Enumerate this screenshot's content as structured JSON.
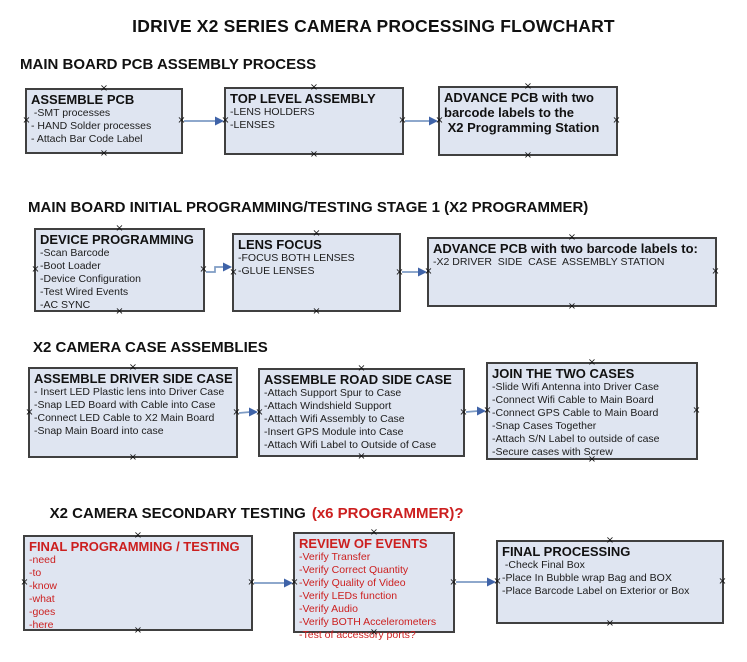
{
  "title": "IDRIVE X2  SERIES CAMERA PROCESSING FLOWCHART",
  "colors": {
    "box_fill": "#dfe5f1",
    "box_border": "#404040",
    "red_text": "#cc1f1f",
    "connector_line": "#7e9cc4",
    "arrowhead": "#3f63a8"
  },
  "sections": [
    {
      "heading": "MAIN BOARD PCB ASSEMBLY PROCESS",
      "boxes": [
        {
          "title": "ASSEMBLE PCB",
          "lines": [
            " -SMT processes",
            "- HAND Solder processes",
            "- Attach Bar Code Label"
          ]
        },
        {
          "title": "TOP LEVEL ASSEMBLY",
          "lines": [
            "-LENS HOLDERS",
            "-LENSES"
          ]
        },
        {
          "title": "ADVANCE PCB with two\nbarcode labels to the\n X2 Programming Station",
          "lines": []
        }
      ]
    },
    {
      "heading": "MAIN BOARD INITIAL PROGRAMMING/TESTING STAGE 1 (X2 PROGRAMMER)",
      "boxes": [
        {
          "title": "DEVICE PROGRAMMING",
          "lines": [
            "-Scan Barcode",
            "-Boot Loader",
            "-Device Configuration",
            "-Test Wired Events",
            "-AC SYNC"
          ]
        },
        {
          "title": "LENS FOCUS",
          "lines": [
            "-FOCUS BOTH LENSES",
            "-GLUE LENSES"
          ]
        },
        {
          "title": "ADVANCE PCB with two barcode labels to:",
          "lines": [
            "-X2 DRIVER  SIDE  CASE  ASSEMBLY STATION"
          ]
        }
      ]
    },
    {
      "heading": "X2 CAMERA CASE ASSEMBLIES",
      "boxes": [
        {
          "title": "ASSEMBLE DRIVER SIDE CASE",
          "lines": [
            "- Insert LED Plastic lens into Driver Case",
            "-Snap LED Board with Cable into Case",
            "-Connect LED Cable to X2 Main Board",
            "-Snap Main Board into case"
          ]
        },
        {
          "title": "ASSEMBLE ROAD SIDE CASE",
          "lines": [
            "-Attach Support Spur to Case",
            "-Attach Windshield Support",
            "-Attach Wifi Assembly to Case",
            "-Insert GPS Module into Case",
            "-Attach Wifi Label to Outside of Case"
          ]
        },
        {
          "title": "JOIN THE TWO CASES",
          "lines": [
            "-Slide Wifi Antenna into Driver Case",
            "-Connect Wifi Cable to Main Board",
            "-Connect GPS Cable to Main Board",
            "-Snap Cases Together",
            "-Attach S/N Label to outside of case",
            "-Secure cases with Screw"
          ]
        }
      ]
    },
    {
      "heading": "X2 CAMERA SECONDARY TESTING",
      "heading_red": "(x6 PROGRAMMER)?",
      "boxes": [
        {
          "title": "FINAL PROGRAMMING / TESTING",
          "red": true,
          "lines": [
            "-need",
            "-to",
            "-know",
            "-what",
            "-goes",
            "-here"
          ]
        },
        {
          "title": "REVIEW OF EVENTS",
          "red": true,
          "lines": [
            "-Verify Transfer",
            "-Verify Correct Quantity",
            "-Verify Quality of Video",
            "-Verify LEDs function",
            "-Verify Audio",
            "-Verify BOTH Accelerometers",
            "-Test of accessory ports?"
          ]
        },
        {
          "title": "FINAL PROCESSING",
          "lines": [
            " -Check Final Box",
            "-Place In Bubble wrap Bag and BOX",
            "-Place Barcode Label on Exterior or Box"
          ]
        }
      ]
    }
  ]
}
